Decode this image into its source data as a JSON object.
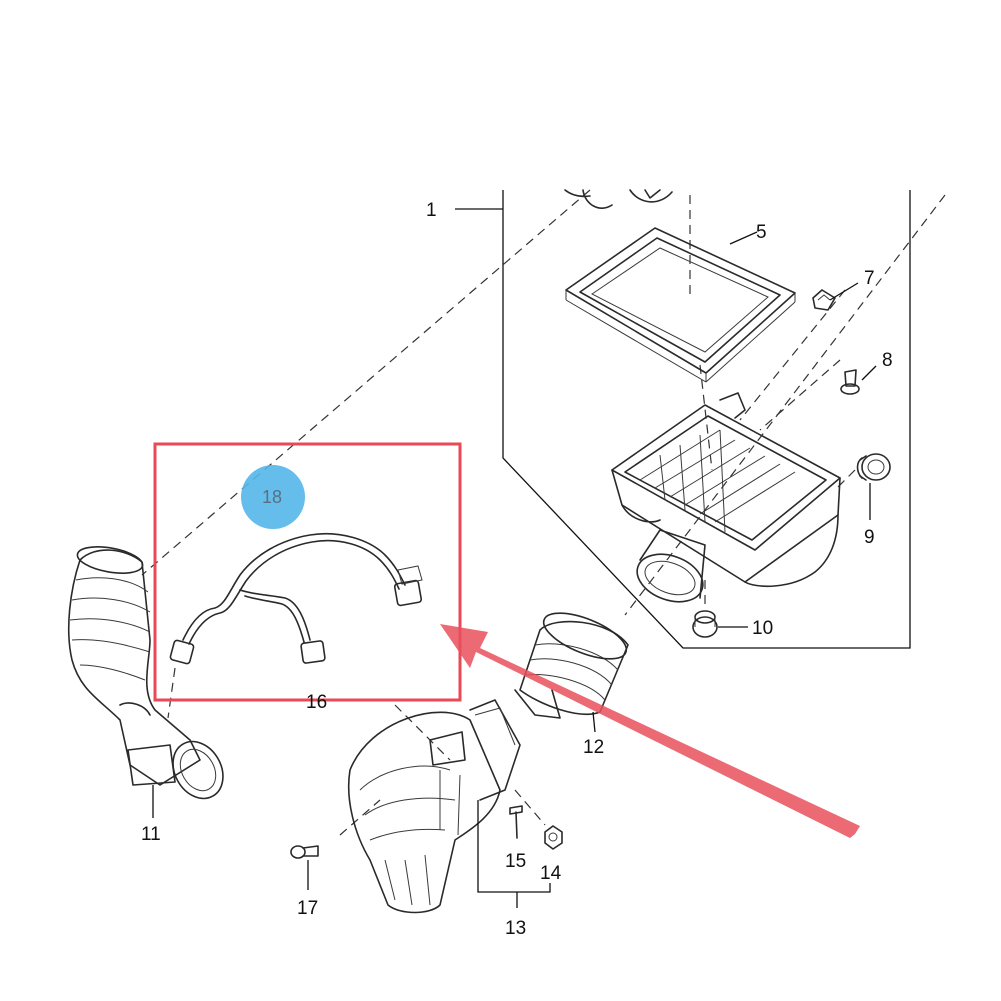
{
  "diagram": {
    "labels": {
      "p1": "1",
      "p5": "5",
      "p7": "7",
      "p8": "8",
      "p9": "9",
      "p10": "10",
      "p11": "11",
      "p12": "12",
      "p13": "13",
      "p14": "14",
      "p15": "15",
      "p16": "16",
      "p17": "17",
      "p18": "18"
    },
    "parts": [
      {
        "id": "1",
        "name": "air-cleaner-assembly"
      },
      {
        "id": "5",
        "name": "filter-element"
      },
      {
        "id": "7",
        "name": "clip"
      },
      {
        "id": "8",
        "name": "bolt"
      },
      {
        "id": "9",
        "name": "grommet"
      },
      {
        "id": "10",
        "name": "grommet"
      },
      {
        "id": "11",
        "name": "intake-duct"
      },
      {
        "id": "12",
        "name": "outlet-duct"
      },
      {
        "id": "13",
        "name": "resonator"
      },
      {
        "id": "14",
        "name": "nut"
      },
      {
        "id": "15",
        "name": "bolt"
      },
      {
        "id": "16",
        "name": "vent-hose"
      },
      {
        "id": "17",
        "name": "pin"
      },
      {
        "id": "18",
        "name": "vent-hose-highlighted"
      }
    ],
    "colors": {
      "highlight_box": "#e84a55",
      "arrow": "#e8505c",
      "badge_fill": "#53b6e8",
      "badge_text": "#5a6f86",
      "line": "#2a2a2a"
    }
  }
}
